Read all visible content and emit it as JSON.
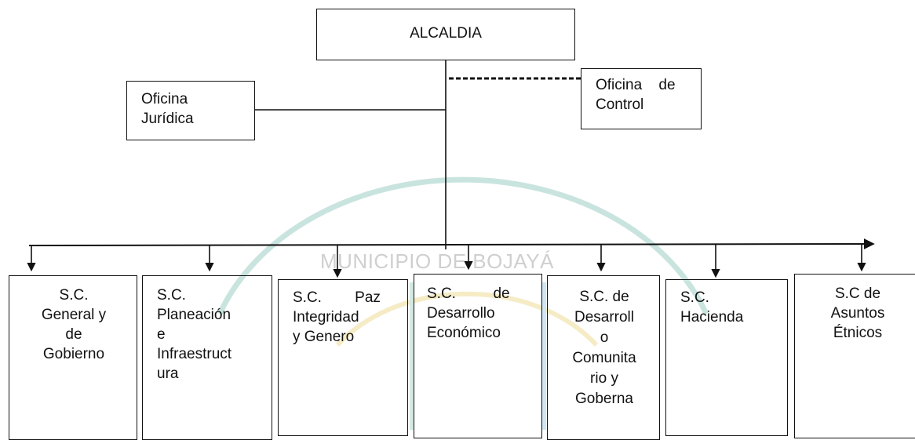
{
  "watermark": {
    "text": "MUNICIPIO DE BOJAYÁ",
    "arc_color": "#c9e4df",
    "accent_color": "#f7ecc0"
  },
  "top": {
    "label": "ALCALDIA"
  },
  "staff": {
    "legal": {
      "lines": [
        "Oficina",
        "Jurídica"
      ]
    },
    "control": {
      "lines": [
        "Oficina de",
        "Control"
      ],
      "connector": "dashed"
    }
  },
  "units": [
    {
      "id": "general",
      "lines": [
        "S.C.",
        "General y",
        "de",
        "Gobierno"
      ]
    },
    {
      "id": "planeacion",
      "lines": [
        "S.C.",
        "Planeación",
        "e",
        "Infraestruct",
        "ura"
      ]
    },
    {
      "id": "paz",
      "lines": [
        "S.C.        Paz",
        "Integridad",
        "y Genero"
      ]
    },
    {
      "id": "economico",
      "lines": [
        "S.C.         de",
        "Desarrollo",
        "Económico"
      ]
    },
    {
      "id": "comunitario",
      "lines": [
        "S.C. de",
        "Desarroll",
        "o",
        "Comunita",
        "rio y",
        "Goberna"
      ]
    },
    {
      "id": "hacienda",
      "lines": [
        "S.C.",
        "Hacienda"
      ]
    },
    {
      "id": "etnicos",
      "lines": [
        "S.C de",
        "Asuntos",
        "Étnicos"
      ]
    }
  ]
}
